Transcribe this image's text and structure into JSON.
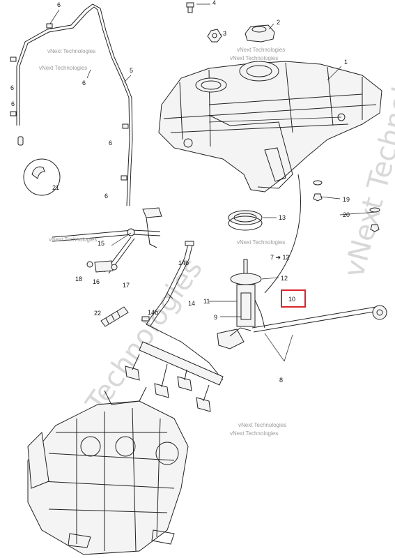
{
  "callouts": {
    "c1": "1",
    "c2": "2",
    "c3": "3",
    "c4": "4",
    "c5": "5",
    "c6a": "6",
    "c6b": "6",
    "c6c": "6",
    "c6d": "6",
    "c6e": "6",
    "c6f": "6",
    "c7": "7 ➔ 12",
    "c8": "8",
    "c9": "9",
    "c10": "10",
    "c11": "11",
    "c12": "12",
    "c13": "13",
    "c14": "14",
    "c14b_top": "14b",
    "c14b_bot": "14b",
    "c15": "15",
    "c16": "16",
    "c17": "17",
    "c18": "18",
    "c19": "19",
    "c20": "20",
    "c21": "21",
    "c22": "22"
  },
  "watermarks": {
    "vnext1": "vNext Technologies",
    "vnext2": "vNext Technologies",
    "vnext3": "vNext Technologies",
    "vnext4": "vNext Technologies",
    "vnext5": "vNext Technologies",
    "vnext6": "vNext Technologies",
    "vnext7": "vNext Technologies",
    "vnext8": "vNext Technologies",
    "diag1": "vNext Technologies",
    "diag2": "vNext Technologies"
  },
  "colors": {
    "highlight": "#d9262b",
    "line": "#222222",
    "watermark": "#9a9a9a"
  }
}
